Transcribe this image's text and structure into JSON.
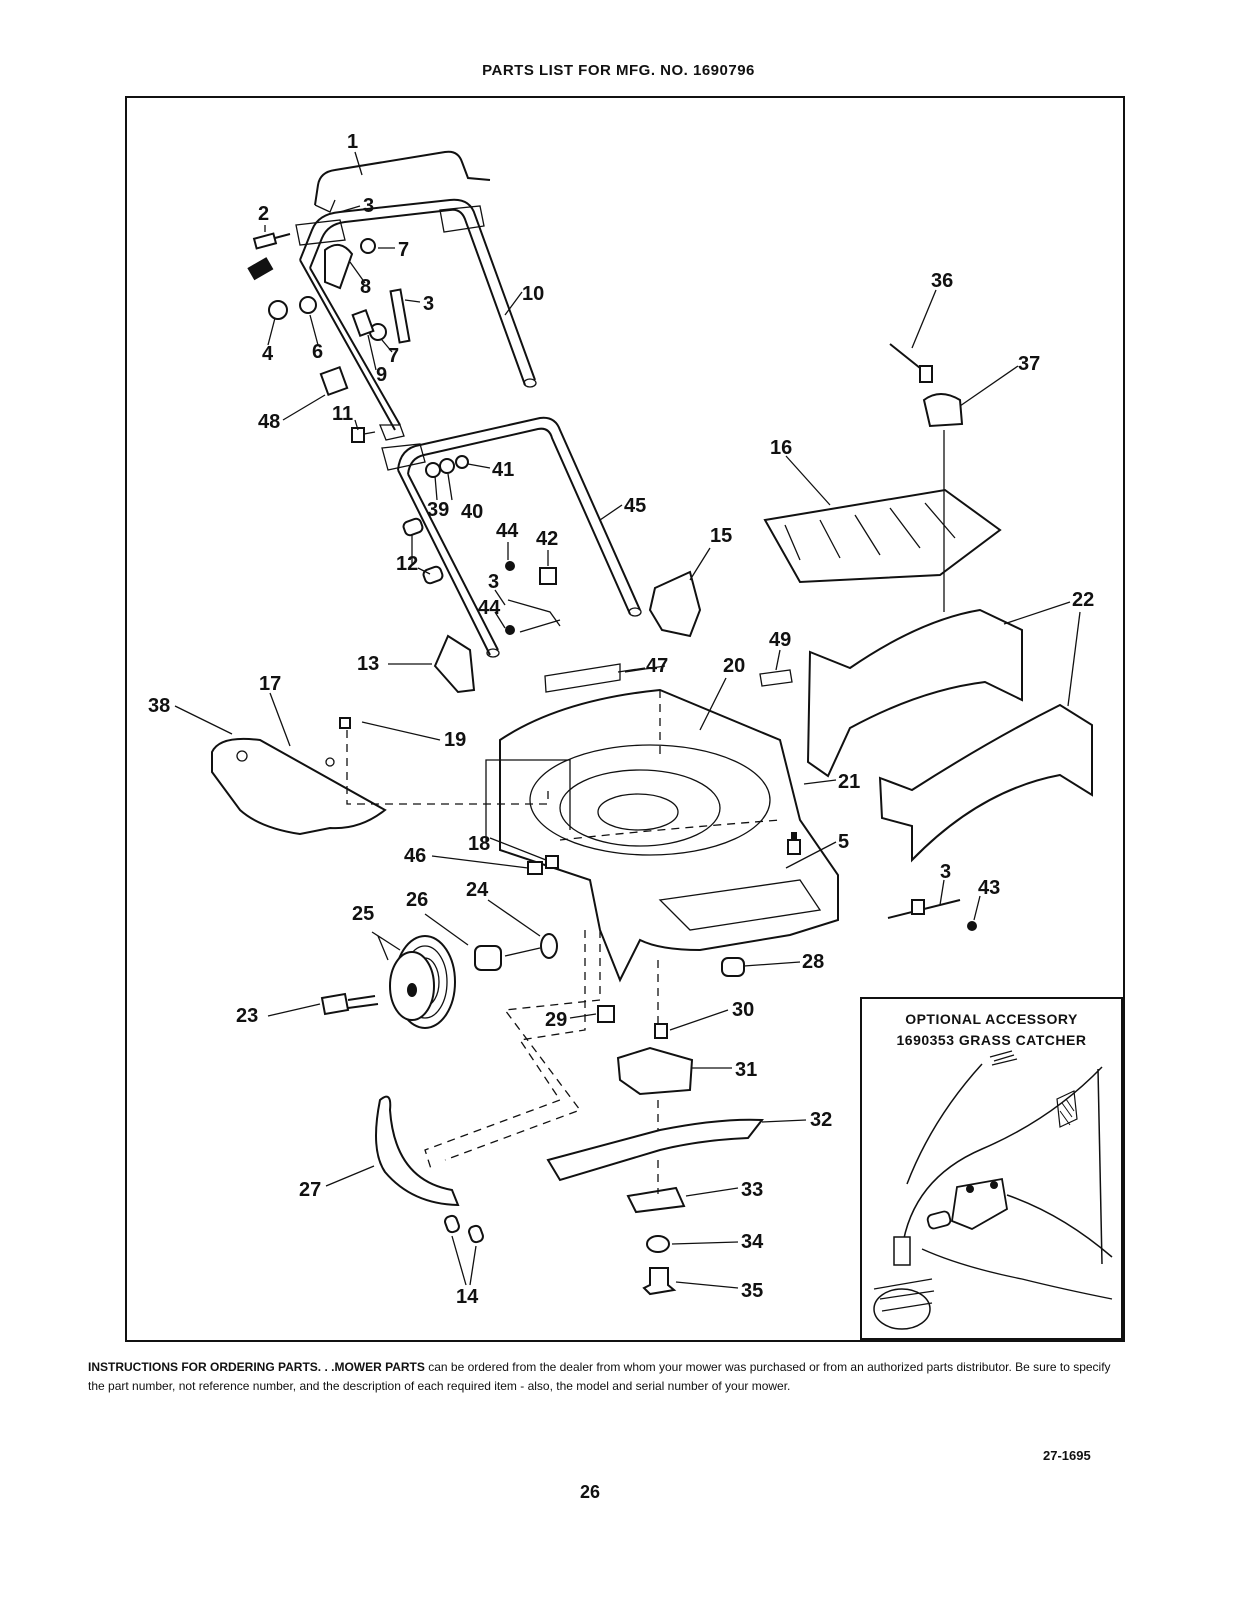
{
  "header": {
    "title": "PARTS LIST FOR MFG. NO. 1690796"
  },
  "callouts": [
    {
      "id": "c1",
      "label": "1"
    },
    {
      "id": "c2",
      "label": "2"
    },
    {
      "id": "c3a",
      "label": "3"
    },
    {
      "id": "c7a",
      "label": "7"
    },
    {
      "id": "c8",
      "label": "8"
    },
    {
      "id": "c3b",
      "label": "3"
    },
    {
      "id": "c10",
      "label": "10"
    },
    {
      "id": "c4",
      "label": "4"
    },
    {
      "id": "c6",
      "label": "6"
    },
    {
      "id": "c7b",
      "label": "7"
    },
    {
      "id": "c9",
      "label": "9"
    },
    {
      "id": "c48",
      "label": "48"
    },
    {
      "id": "c11",
      "label": "11"
    },
    {
      "id": "c41",
      "label": "41"
    },
    {
      "id": "c39",
      "label": "39"
    },
    {
      "id": "c40",
      "label": "40"
    },
    {
      "id": "c45",
      "label": "45"
    },
    {
      "id": "c44a",
      "label": "44"
    },
    {
      "id": "c42",
      "label": "42"
    },
    {
      "id": "c12",
      "label": "12"
    },
    {
      "id": "c3c",
      "label": "3"
    },
    {
      "id": "c44b",
      "label": "44"
    },
    {
      "id": "c15",
      "label": "15"
    },
    {
      "id": "c13",
      "label": "13"
    },
    {
      "id": "c47",
      "label": "47"
    },
    {
      "id": "c20",
      "label": "20"
    },
    {
      "id": "c49",
      "label": "49"
    },
    {
      "id": "c36",
      "label": "36"
    },
    {
      "id": "c37",
      "label": "37"
    },
    {
      "id": "c16",
      "label": "16"
    },
    {
      "id": "c22",
      "label": "22"
    },
    {
      "id": "c17",
      "label": "17"
    },
    {
      "id": "c38",
      "label": "38"
    },
    {
      "id": "c19",
      "label": "19"
    },
    {
      "id": "c21",
      "label": "21"
    },
    {
      "id": "c18",
      "label": "18"
    },
    {
      "id": "c46",
      "label": "46"
    },
    {
      "id": "c5",
      "label": "5"
    },
    {
      "id": "c3d",
      "label": "3"
    },
    {
      "id": "c43",
      "label": "43"
    },
    {
      "id": "c25",
      "label": "25"
    },
    {
      "id": "c26",
      "label": "26"
    },
    {
      "id": "c24",
      "label": "24"
    },
    {
      "id": "c28",
      "label": "28"
    },
    {
      "id": "c23",
      "label": "23"
    },
    {
      "id": "c29",
      "label": "29"
    },
    {
      "id": "c30",
      "label": "30"
    },
    {
      "id": "c31",
      "label": "31"
    },
    {
      "id": "c32",
      "label": "32"
    },
    {
      "id": "c27",
      "label": "27"
    },
    {
      "id": "c33",
      "label": "33"
    },
    {
      "id": "c34",
      "label": "34"
    },
    {
      "id": "c35",
      "label": "35"
    },
    {
      "id": "c14",
      "label": "14"
    }
  ],
  "accessory": {
    "heading": "OPTIONAL ACCESSORY",
    "part": "1690353 GRASS CATCHER"
  },
  "instructions": {
    "lead": "INSTRUCTIONS FOR ORDERING PARTS. . .MOWER PARTS",
    "body": " can be ordered from the dealer from whom your mower was purchased or from an authorized parts distributor. Be sure to specify the part number, not reference number, and the description of each required item - also, the model and serial number of your mower."
  },
  "footer": {
    "doc_code": "27-1695",
    "page_number": "26"
  }
}
